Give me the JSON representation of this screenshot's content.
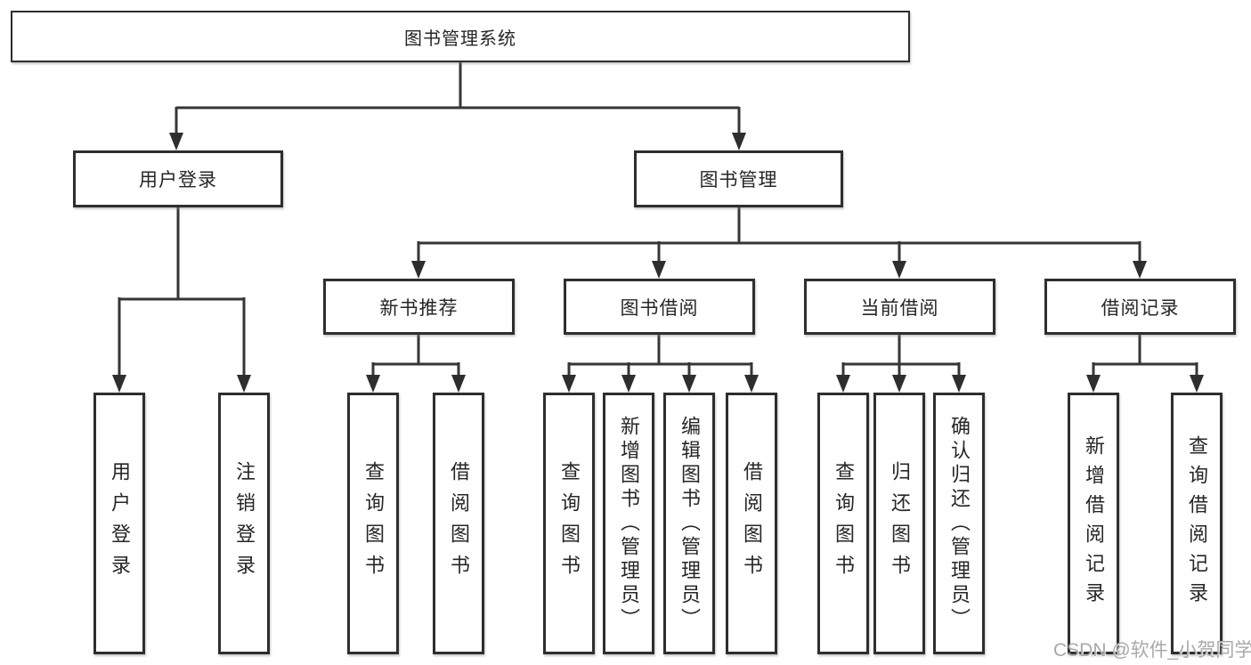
{
  "diagram": {
    "root": {
      "label": "图书管理系统"
    },
    "level2": [
      {
        "label": "用户登录"
      },
      {
        "label": "图书管理"
      }
    ],
    "level3": [
      {
        "label": "新书推荐"
      },
      {
        "label": "图书借阅"
      },
      {
        "label": "当前借阅"
      },
      {
        "label": "借阅记录"
      }
    ],
    "level4": {
      "login": [
        "用户登录",
        "注销登录"
      ],
      "recommend": [
        "查询图书",
        "借阅图书"
      ],
      "borrow": [
        "查询图书",
        "新增图书（管理员）",
        "编辑图书（管理员）",
        "借阅图书"
      ],
      "current": [
        "查询图书",
        "归还图书",
        "确认归还（管理员）"
      ],
      "records": [
        "新增借阅记录",
        "查询借阅记录"
      ]
    }
  },
  "watermark": {
    "text": "CSDN @软件_小贺同学"
  },
  "colors": {
    "line": "#363636",
    "box_border": "#2e2e2e",
    "text": "#262626",
    "watermark": "#a9a9a9",
    "background": "#ffffff"
  }
}
